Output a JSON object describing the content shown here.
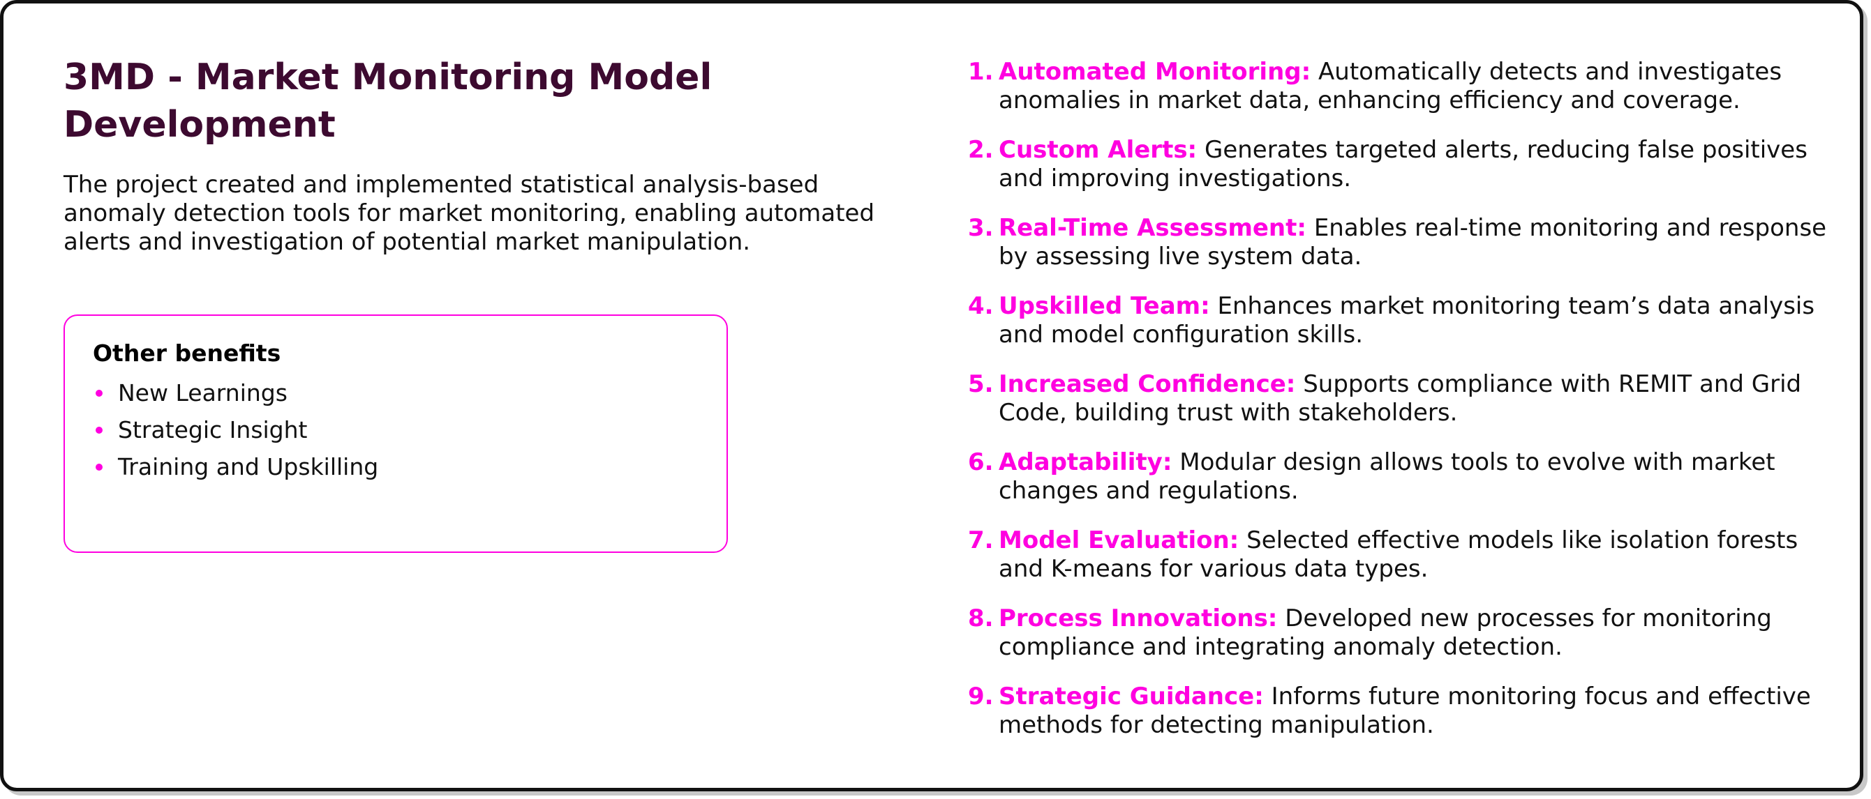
{
  "title": "3MD - Market Monitoring Model Development",
  "description": "The project created and implemented statistical analysis-based anomaly detection tools for market monitoring, enabling automated alerts and investigation of potential market manipulation.",
  "benefits": {
    "heading": "Other benefits",
    "items": [
      "New Learnings",
      "Strategic Insight",
      "Training and Upskilling"
    ]
  },
  "points": [
    {
      "num": "1.",
      "head": "Automated Monitoring:",
      "text": "Automatically detects and investigates anomalies in market data, enhancing efficiency and coverage."
    },
    {
      "num": "2.",
      "head": "Custom Alerts:",
      "text": "Generates targeted alerts, reducing false positives and improving investigations."
    },
    {
      "num": "3.",
      "head": "Real-Time Assessment:",
      "text": "Enables real-time monitoring and response by assessing live system data."
    },
    {
      "num": "4.",
      "head": "Upskilled Team:",
      "text": "Enhances market monitoring team’s data analysis and model configuration skills."
    },
    {
      "num": "5.",
      "head": "Increased Confidence:",
      "text": "Supports compliance with REMIT and Grid Code, building trust with stakeholders."
    },
    {
      "num": "6.",
      "head": "Adaptability:",
      "text": "Modular design allows tools to evolve with market changes and regulations."
    },
    {
      "num": "7.",
      "head": "Model Evaluation:",
      "text": "Selected effective models like isolation forests and K-means for various data types."
    },
    {
      "num": "8.",
      "head": "Process Innovations:",
      "text": "Developed new processes for monitoring compliance and integrating anomaly detection."
    },
    {
      "num": "9.",
      "head": "Strategic Guidance:",
      "text": "Informs future monitoring focus and effective methods for detecting manipulation."
    }
  ],
  "colors": {
    "title": "#3d0a30",
    "accent": "#ff00e0",
    "border": "#111111"
  }
}
